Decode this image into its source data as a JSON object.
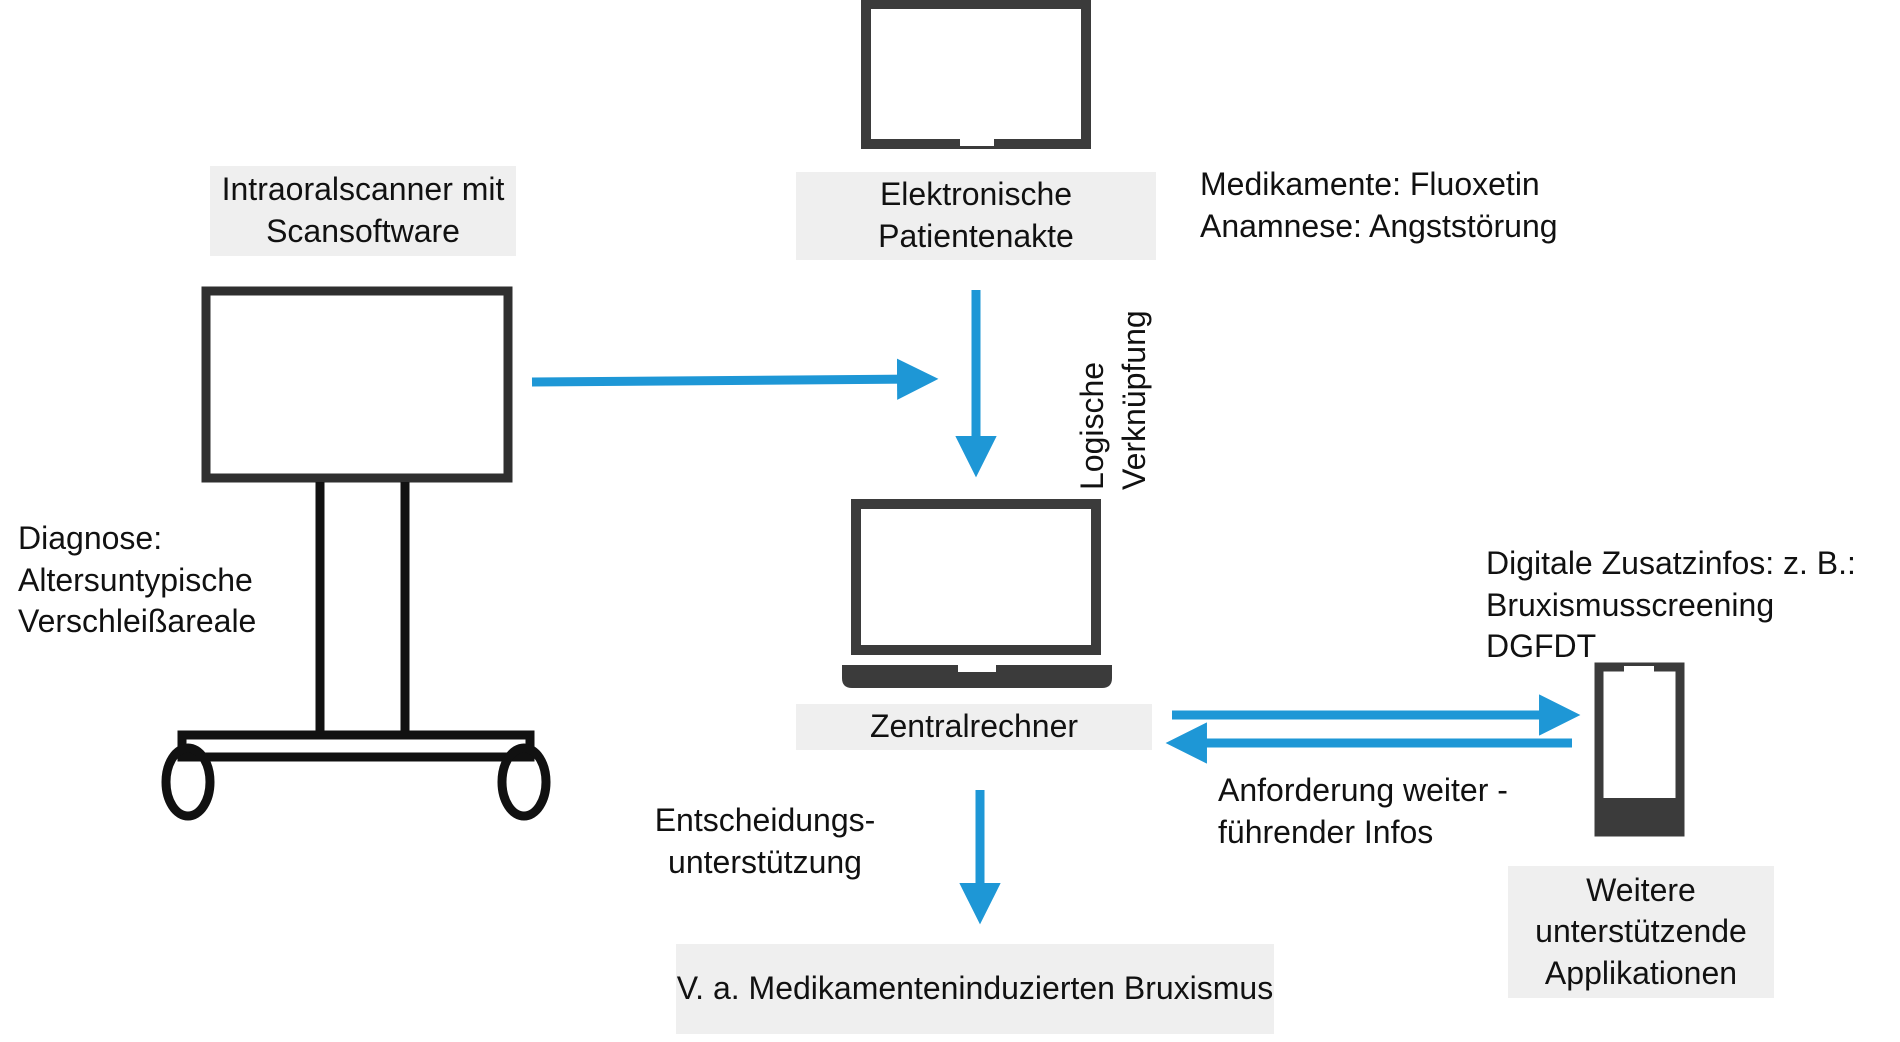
{
  "scanner_label": [
    "Intraoralscanner",
    "mit Scansoftware"
  ],
  "epa_label": [
    "Elektronische",
    "Patientenakte"
  ],
  "medication_info": [
    "Medikamente: Fluoxetin",
    "Anamnese: Angststörung"
  ],
  "link_label": [
    "Logische",
    "Verknüpfung"
  ],
  "diagnosis_info": [
    "Diagnose:",
    "Altersuntypische",
    "Verschleißareale"
  ],
  "digital_info": [
    "Digitale Zusatzinfos: z. B.:",
    "Bruxismusscreening",
    "DGFDT"
  ],
  "central_label": "Zentralrechner",
  "request_info": [
    "Anforderung weiter -",
    "führender Infos"
  ],
  "decision_label": [
    "Entscheidungs-",
    "unterstützung"
  ],
  "apps_label": [
    "Weitere",
    "unterstützende",
    "Applikationen"
  ],
  "result_label": [
    "V. a. Medikamenteninduzierten",
    "Bruxismus"
  ],
  "colors": {
    "arrow": "#1e97d6",
    "device": "#3b3b3b",
    "label_bg": "#efefef"
  }
}
